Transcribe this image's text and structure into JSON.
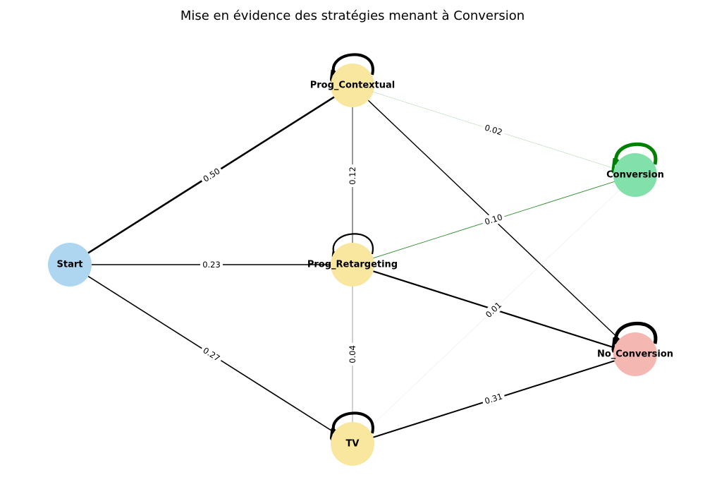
{
  "diagram": {
    "title": "Mise en évidence des stratégies menant à Conversion",
    "nodes": [
      {
        "id": "start",
        "label": "Start",
        "color": "#aed6f1"
      },
      {
        "id": "prog_contextual",
        "label": "Prog_Contextual",
        "color": "#f9e79f"
      },
      {
        "id": "prog_retargeting",
        "label": "Prog_Retargeting",
        "color": "#f9e79f"
      },
      {
        "id": "tv",
        "label": "TV",
        "color": "#f9e79f"
      },
      {
        "id": "conversion",
        "label": "Conversion",
        "color": "#82e0aa"
      },
      {
        "id": "no_conversion",
        "label": "No_Conversion",
        "color": "#f5b7b1"
      }
    ],
    "edges": [
      {
        "from": "start",
        "to": "prog_contextual",
        "label": "0.50",
        "color": "#000000"
      },
      {
        "from": "start",
        "to": "prog_retargeting",
        "label": "0.23",
        "color": "#000000"
      },
      {
        "from": "start",
        "to": "tv",
        "label": "0.27",
        "color": "#000000"
      },
      {
        "from": "prog_contextual",
        "to": "prog_retargeting",
        "label": "0.12",
        "color": "#555555"
      },
      {
        "from": "prog_contextual",
        "to": "conversion",
        "label": "0.02",
        "color": "#b5d8b5"
      },
      {
        "from": "prog_contextual",
        "to": "no_conversion",
        "label": "",
        "color": "#000000"
      },
      {
        "from": "prog_retargeting",
        "to": "conversion",
        "label": "0.10",
        "color": "#2e8b2e"
      },
      {
        "from": "prog_retargeting",
        "to": "no_conversion",
        "label": "",
        "color": "#000000"
      },
      {
        "from": "prog_retargeting",
        "to": "tv",
        "label": "0.04",
        "color": "#aaaaaa"
      },
      {
        "from": "tv",
        "to": "conversion",
        "label": "0.01",
        "color": "#dddddd"
      },
      {
        "from": "tv",
        "to": "no_conversion",
        "label": "0.31",
        "color": "#000000"
      }
    ],
    "self_loops": [
      {
        "node": "prog_contextual",
        "color": "#000000"
      },
      {
        "node": "prog_retargeting",
        "color": "#000000"
      },
      {
        "node": "tv",
        "color": "#000000"
      },
      {
        "node": "conversion",
        "color": "#008000"
      },
      {
        "node": "no_conversion",
        "color": "#000000"
      }
    ]
  }
}
